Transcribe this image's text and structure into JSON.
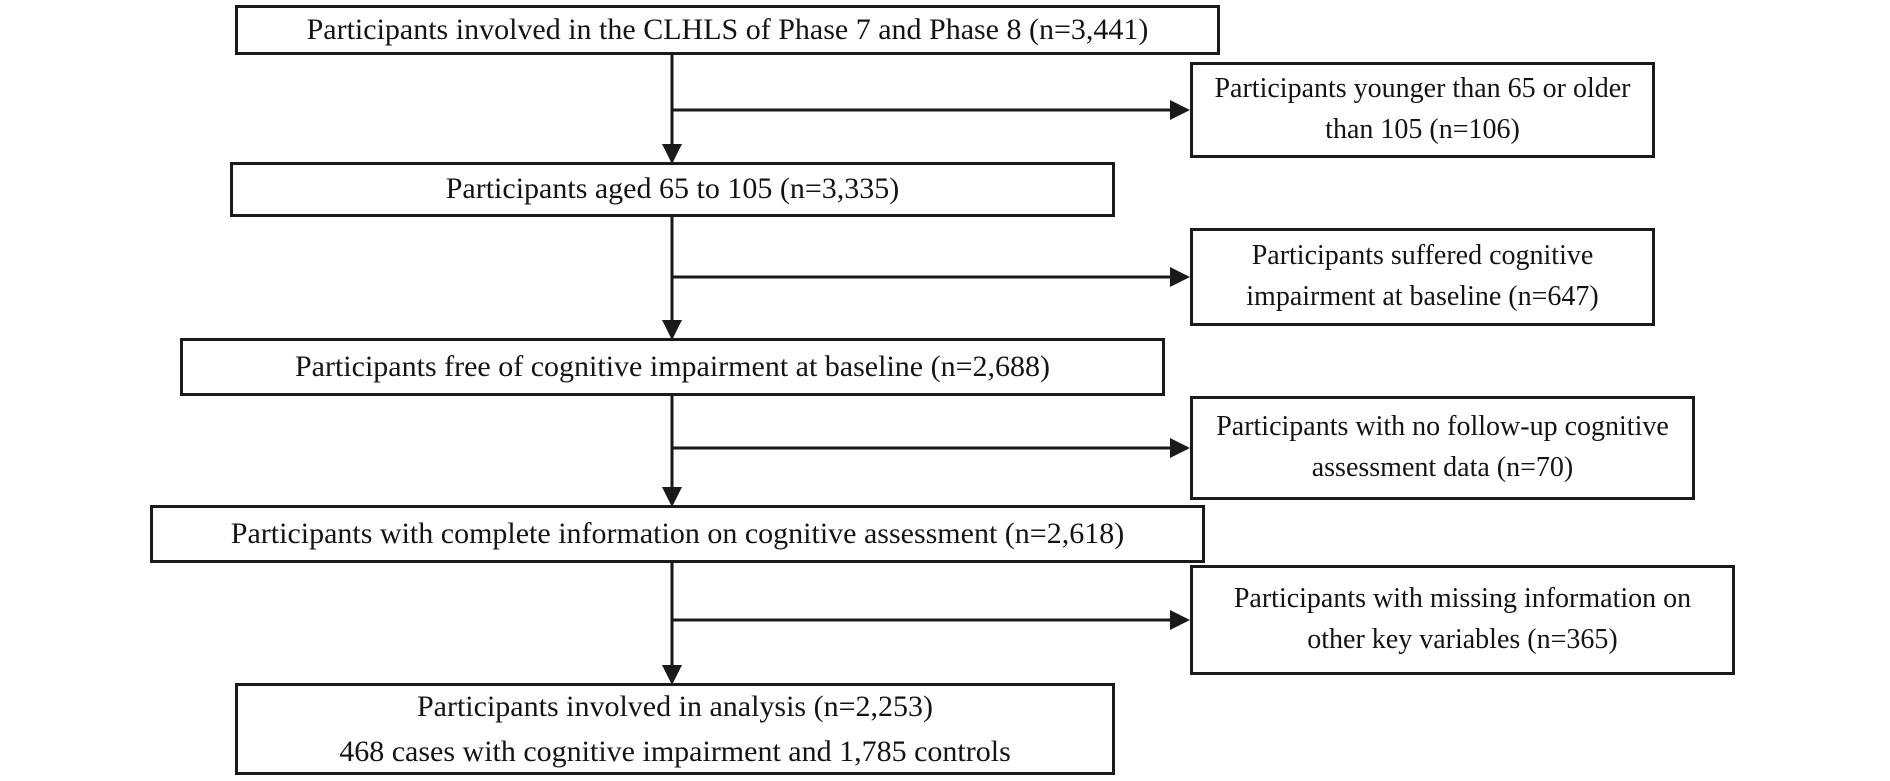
{
  "figure": {
    "type": "participant-flow-diagram",
    "colors": {
      "line": "#1a1a1a",
      "border": "#1a1a1a",
      "text": "#141414",
      "background": "#ffffff"
    },
    "main_boxes": [
      {
        "label": "Participants involved in the CLHLS of Phase 7 and Phase 8 (n=3,441)"
      },
      {
        "label": "Participants aged 65 to 105 (n=3,335)"
      },
      {
        "label": "Participants free of cognitive impairment at baseline (n=2,688)"
      },
      {
        "label": "Participants with complete information on cognitive assessment (n=2,618)"
      },
      {
        "line1": "Participants involved in analysis (n=2,253)",
        "line2": "468 cases with cognitive impairment and 1,785 controls"
      }
    ],
    "exclusion_boxes": [
      {
        "label": "Participants younger than 65 or older than 105 (n=106)"
      },
      {
        "label": "Participants suffered cognitive impairment at baseline (n=647)"
      },
      {
        "label": "Participants with no follow-up cognitive assessment data (n=70)"
      },
      {
        "label": "Participants with missing information on other key variables (n=365)"
      }
    ]
  }
}
